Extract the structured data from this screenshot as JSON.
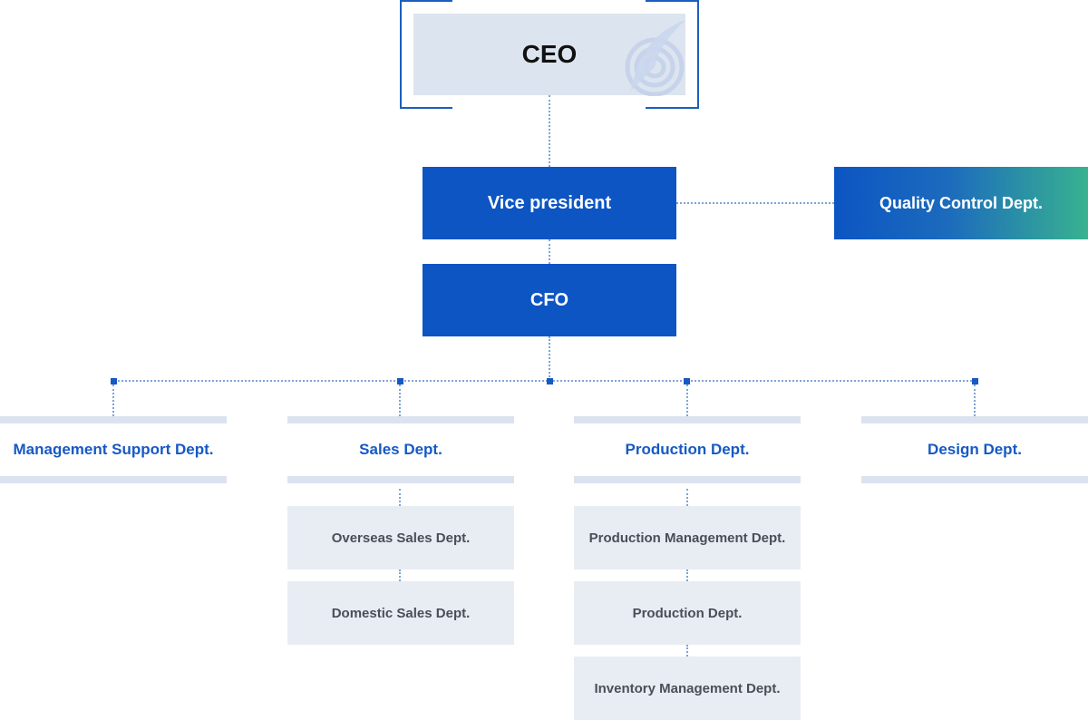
{
  "ceo": {
    "label": "CEO"
  },
  "vice_president": {
    "label": "Vice president"
  },
  "quality_control": {
    "label": "Quality Control Dept."
  },
  "cfo": {
    "label": "CFO"
  },
  "departments": [
    {
      "label": "Management Support Dept.",
      "sub_departments": []
    },
    {
      "label": "Sales Dept.",
      "sub_departments": [
        "Overseas Sales Dept.",
        "Domestic Sales Dept."
      ]
    },
    {
      "label": "Production Dept.",
      "sub_departments": [
        "Production Management Dept.",
        "Production Dept.",
        "Inventory Management Dept."
      ]
    },
    {
      "label": "Design Dept.",
      "sub_departments": []
    }
  ],
  "colors": {
    "primary_blue": "#0c55c3",
    "gradient_end_green": "#38b290",
    "light_panel": "#dce4ef",
    "connector": "#7ea3d6",
    "department_text": "#1659c4"
  }
}
